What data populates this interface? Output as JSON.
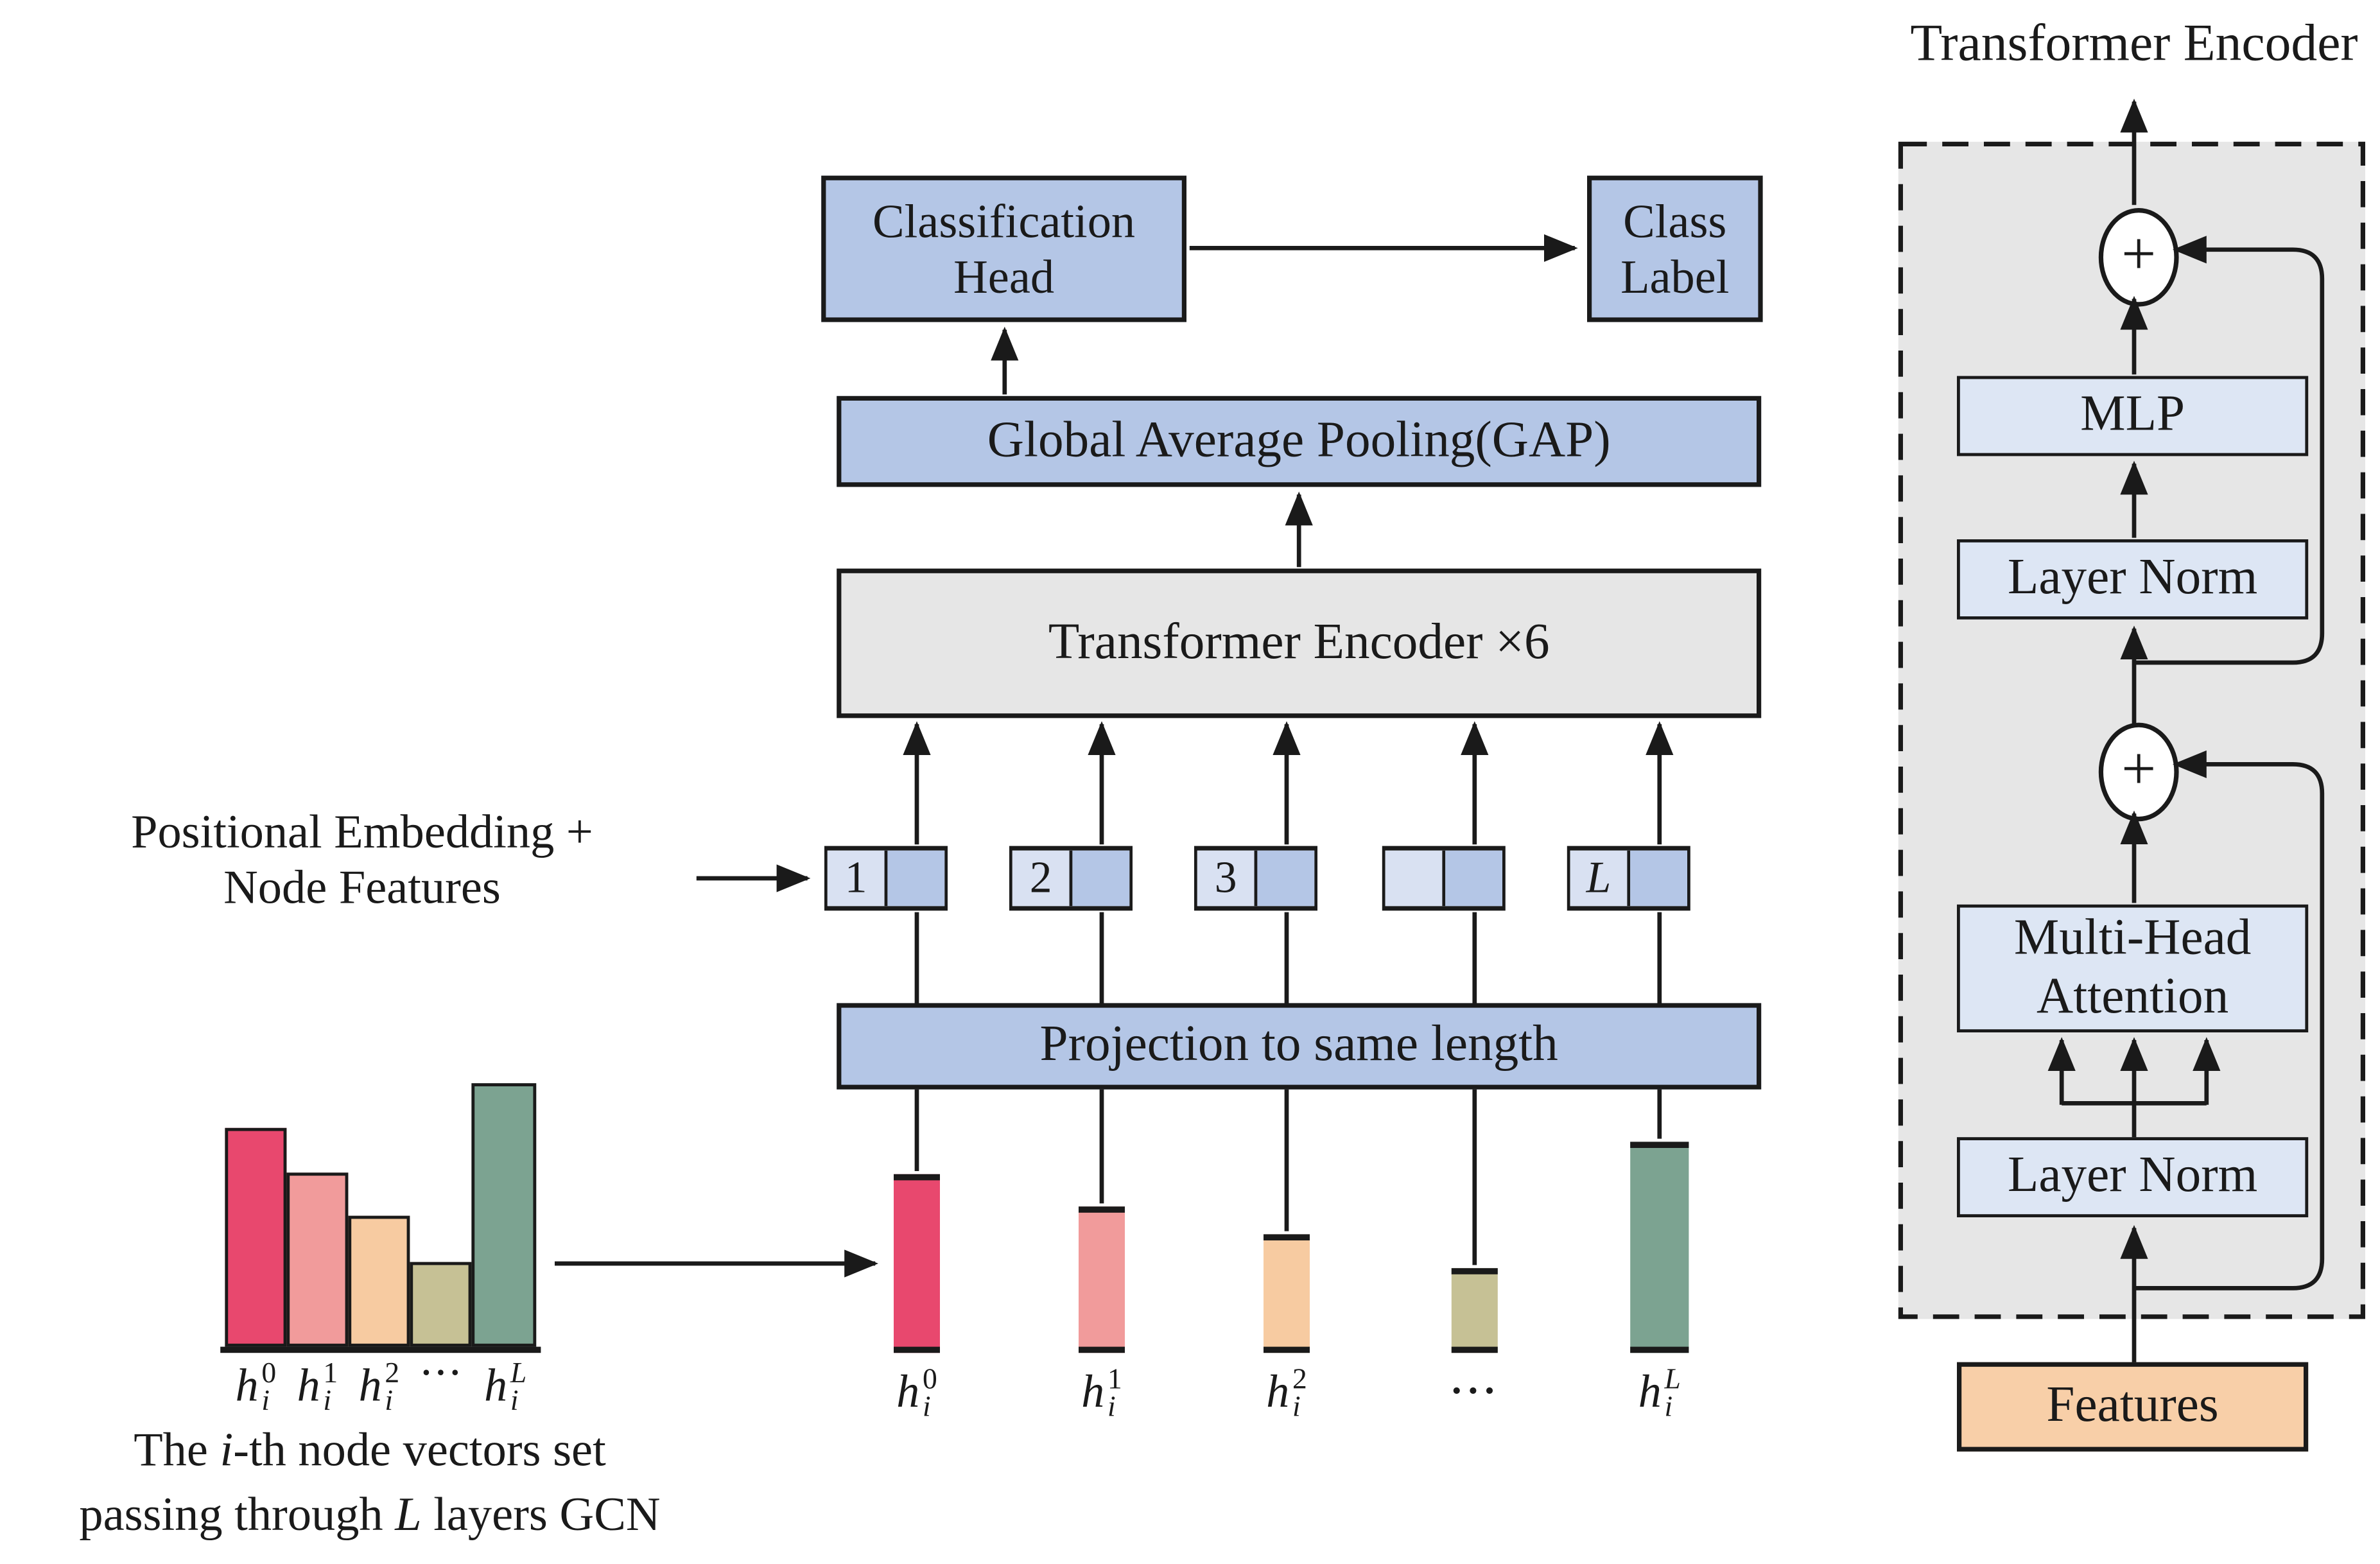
{
  "colors": {
    "box_blue": "#b4c6e6",
    "token_light": "#d9e1f2",
    "panel_grey": "#e6e6e6",
    "inner_blue": "#dde6f4",
    "features_orange": "#f8cfa8",
    "bar_red": "#e8486e",
    "bar_salmon": "#f19b9b",
    "bar_peach": "#f7cba1",
    "bar_olive": "#c6c195",
    "bar_green": "#7ca391",
    "line_black": "#1a1a1a"
  },
  "main": {
    "classification_head_line1": "Classification",
    "classification_head_line2": "Head",
    "class_label_line1": "Class",
    "class_label_line2": "Label",
    "gap_label": "Global Average Pooling(GAP)",
    "transformer_label": "Transformer Encoder ×6",
    "projection_label": "Projection to same length",
    "pos_embed_line1": "Positional Embedding +",
    "pos_embed_line2": "Node Features",
    "tokens": [
      "1",
      "2",
      "3",
      "",
      "L"
    ],
    "dots": "···",
    "bar_labels": [
      {
        "base": "h",
        "sup": "0",
        "sub": "i"
      },
      {
        "base": "h",
        "sup": "1",
        "sub": "i"
      },
      {
        "base": "h",
        "sup": "2",
        "sub": "i"
      },
      {
        "base": "h",
        "sup": "L",
        "sub": "i"
      }
    ],
    "bars": [
      {
        "name": "h_i_0",
        "h": 116,
        "color": "#e8486e"
      },
      {
        "name": "h_i_1",
        "h": 95,
        "color": "#f19b9b"
      },
      {
        "name": "h_i_2",
        "h": 77,
        "color": "#f7cba1"
      },
      {
        "name": "h_i_dots",
        "h": 55,
        "color": "#c6c195"
      },
      {
        "name": "h_i_L",
        "h": 137,
        "color": "#7ca391"
      }
    ]
  },
  "left_chart": {
    "labels": [
      {
        "base": "h",
        "sup": "0",
        "sub": "i"
      },
      {
        "base": "h",
        "sup": "1",
        "sub": "i"
      },
      {
        "base": "h",
        "sup": "2",
        "sub": "i"
      },
      {
        "base": "h",
        "sup": "L",
        "sub": "i"
      }
    ],
    "dots": "···",
    "caption_t1": "The ",
    "caption_i": "i",
    "caption_t2": "-th node vectors set",
    "caption_t3": "passing through ",
    "caption_L": "L",
    "caption_t4": " layers GCN",
    "bars": [
      {
        "name": "h_i_0",
        "h": 142,
        "color": "#e8486e"
      },
      {
        "name": "h_i_1",
        "h": 113,
        "color": "#f19b9b"
      },
      {
        "name": "h_i_2",
        "h": 85,
        "color": "#f7cba1"
      },
      {
        "name": "h_i_dots",
        "h": 55,
        "color": "#c6c195"
      },
      {
        "name": "h_i_L",
        "h": 171,
        "color": "#7ca391"
      }
    ]
  },
  "right_panel": {
    "title": "Transformer Encoder",
    "mlp_label": "MLP",
    "layer_norm_top_label": "Layer Norm",
    "mha_line1": "Multi-Head",
    "mha_line2": "Attention",
    "layer_norm_bottom_label": "Layer Norm",
    "features_label": "Features",
    "plus": "+"
  }
}
